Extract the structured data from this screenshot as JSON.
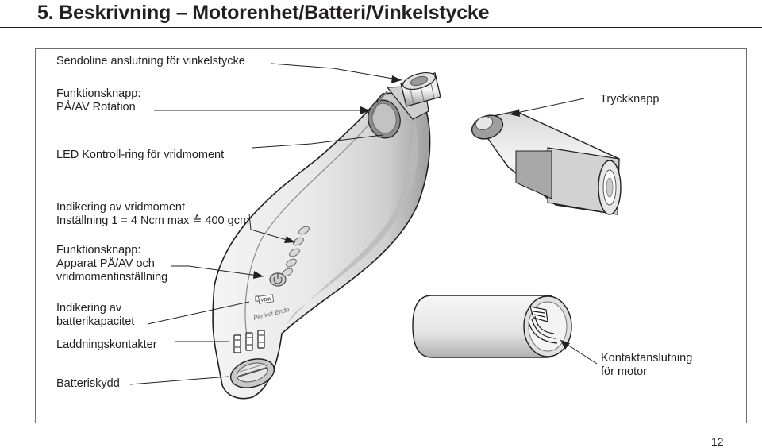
{
  "page": {
    "heading": "5. Beskrivning – Motorenhet/Batteri/Vinkelstycke",
    "page_number": "12"
  },
  "labels": {
    "sendoline": "Sendoline anslutning för vinkelstycke",
    "funktionsknapp_rotation": [
      "Funktionsknapp:",
      "PÅ/AV Rotation"
    ],
    "tryckknapp": "Tryckknapp",
    "led_ring": "LED Kontroll-ring för vridmoment",
    "indikering_vridmoment": [
      "Indikering av vridmoment",
      "Inställning 1 = 4 Ncm max ≙ 400 gcm"
    ],
    "funktionsknapp_apparat": [
      "Funktionsknapp:",
      "Apparat PÅ/AV och",
      "vridmomentinställning"
    ],
    "indikering_batteri": [
      "Indikering av",
      "batterikapacitet"
    ],
    "laddningskontakter": "Laddningskontakter",
    "batteriskydd": "Batteriskydd",
    "kontaktanslutning": [
      "Kontaktanslutning",
      "för motor"
    ]
  },
  "device": {
    "brand_badge": "VDW",
    "model": "Perfect Endo"
  },
  "colors": {
    "ink": "#231f20",
    "frame": "#6d6e71",
    "body_fill": "#ececec",
    "shade": "#bdbdbd",
    "dark": "#4a4a4a"
  }
}
